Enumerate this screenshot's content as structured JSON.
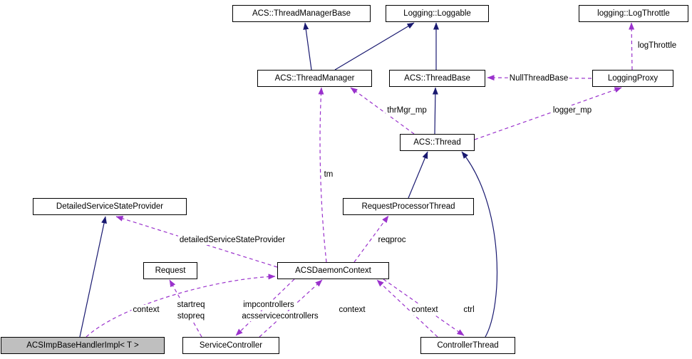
{
  "diagram": {
    "type": "doxygen-collaboration-graph",
    "colors": {
      "inheritance": "#191970",
      "usage": "#9a32cc",
      "node_border": "#000000",
      "node_fill": "#ffffff",
      "subject_node_fill": "#bfbfbf"
    },
    "nodes": {
      "thread_manager_base": {
        "label": "ACS::ThreadManagerBase"
      },
      "loggable": {
        "label": "Logging::Loggable"
      },
      "log_throttle": {
        "label": "logging::LogThrottle"
      },
      "thread_manager": {
        "label": "ACS::ThreadManager"
      },
      "thread_base": {
        "label": "ACS::ThreadBase"
      },
      "logging_proxy": {
        "label": "LoggingProxy"
      },
      "thread": {
        "label": "ACS::Thread"
      },
      "detailed_service_state_provider": {
        "label": "DetailedServiceStateProvider"
      },
      "request_processor_thread": {
        "label": "RequestProcessorThread"
      },
      "request": {
        "label": "Request"
      },
      "acs_daemon_context": {
        "label": "ACSDaemonContext"
      },
      "acs_imp_base_handler_impl": {
        "label": "ACSImpBaseHandlerImpl< T >"
      },
      "service_controller": {
        "label": "ServiceController"
      },
      "controller_thread": {
        "label": "ControllerThread"
      }
    },
    "edge_labels": {
      "log_throttle": "logThrottle",
      "null_thread_base": "NullThreadBase",
      "thr_mgr_mp": "thrMgr_mp",
      "logger_mp": "logger_mp",
      "tm": "tm",
      "detailed_service_state_provider": "detailedServiceStateProvider",
      "reqproc": "reqproc",
      "context_handler": "context",
      "startreq": "startreq",
      "stopreq": "stopreq",
      "impcontrollers": "impcontrollers",
      "acsservicecontrollers": "acsservicecontrollers",
      "context_service": "context",
      "context_controller": "context",
      "ctrl": "ctrl"
    },
    "edges": [
      {
        "from": "ACS::ThreadManager",
        "to": "ACS::ThreadManagerBase",
        "type": "inheritance"
      },
      {
        "from": "ACS::ThreadManager",
        "to": "Logging::Loggable",
        "type": "inheritance"
      },
      {
        "from": "ACS::ThreadBase",
        "to": "Logging::Loggable",
        "type": "inheritance"
      },
      {
        "from": "ACS::Thread",
        "to": "ACS::ThreadBase",
        "type": "inheritance"
      },
      {
        "from": "RequestProcessorThread",
        "to": "ACS::Thread",
        "type": "inheritance"
      },
      {
        "from": "ControllerThread",
        "to": "ACS::Thread",
        "type": "inheritance"
      },
      {
        "from": "ACSImpBaseHandlerImpl< T >",
        "to": "DetailedServiceStateProvider",
        "type": "inheritance"
      },
      {
        "from": "LoggingProxy",
        "to": "logging::LogThrottle",
        "type": "usage",
        "label": "logThrottle"
      },
      {
        "from": "LoggingProxy",
        "to": "ACS::ThreadBase",
        "type": "usage",
        "label": "NullThreadBase"
      },
      {
        "from": "ACS::Thread",
        "to": "ACS::ThreadManager",
        "type": "usage",
        "label": "thrMgr_mp"
      },
      {
        "from": "ACS::Thread",
        "to": "LoggingProxy",
        "type": "usage",
        "label": "logger_mp"
      },
      {
        "from": "ACSDaemonContext",
        "to": "ACS::ThreadManager",
        "type": "usage",
        "label": "tm"
      },
      {
        "from": "ACSDaemonContext",
        "to": "RequestProcessorThread",
        "type": "usage",
        "label": "reqproc"
      },
      {
        "from": "ACSDaemonContext",
        "to": "DetailedServiceStateProvider",
        "type": "usage",
        "label": "detailedServiceStateProvider"
      },
      {
        "from": "ACSImpBaseHandlerImpl< T >",
        "to": "ACSDaemonContext",
        "type": "usage",
        "label": "context"
      },
      {
        "from": "ServiceController",
        "to": "Request",
        "type": "usage",
        "label": "startreq stopreq"
      },
      {
        "from": "ACSDaemonContext",
        "to": "ServiceController",
        "type": "usage",
        "label": "impcontrollers acsservicecontrollers"
      },
      {
        "from": "ServiceController",
        "to": "ACSDaemonContext",
        "type": "usage",
        "label": "context"
      },
      {
        "from": "ControllerThread",
        "to": "ACSDaemonContext",
        "type": "usage",
        "label": "context"
      },
      {
        "from": "ACSDaemonContext",
        "to": "ControllerThread",
        "type": "usage",
        "label": "ctrl"
      }
    ]
  }
}
